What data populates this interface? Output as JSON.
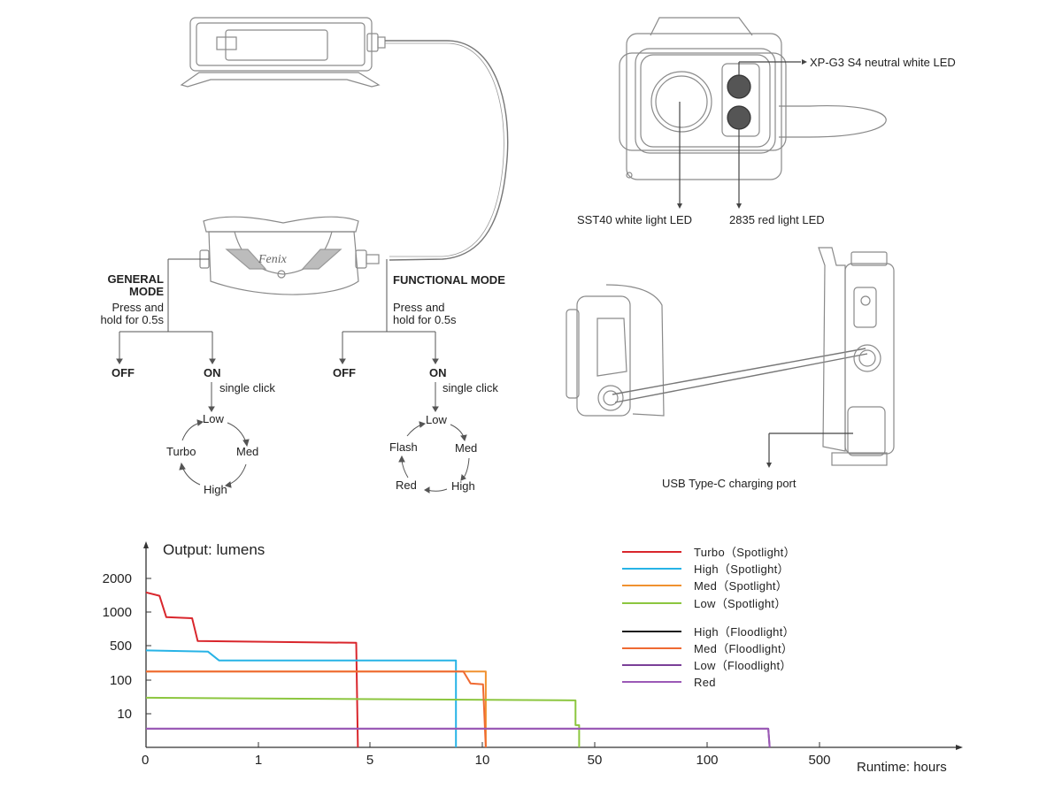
{
  "product_drawings": {
    "brand_logo": "Fenix",
    "callouts": {
      "xpg3": "XP-G3 S4 neutral white LED",
      "sst40": "SST40 white light LED",
      "red_led": "2835 red light LED",
      "usb": "USB Type-C charging port"
    }
  },
  "general_mode": {
    "title_line1": "GENERAL",
    "title_line2": "MODE",
    "instruction_line1": "Press and",
    "instruction_line2": "hold for 0.5s",
    "off": "OFF",
    "on": "ON",
    "click_label": "single click",
    "cycle": [
      "Low",
      "Med",
      "High",
      "Turbo"
    ]
  },
  "functional_mode": {
    "title": "FUNCTIONAL MODE",
    "instruction_line1": "Press and",
    "instruction_line2": "hold for 0.5s",
    "off": "OFF",
    "on": "ON",
    "click_label": "single click",
    "cycle": [
      "Low",
      "Med",
      "High",
      "Red",
      "Flash"
    ]
  },
  "chart_data": {
    "type": "line",
    "title": "Output: lumens",
    "xlabel": "Runtime: hours",
    "ylabel": "Output: lumens",
    "x_scale": "piecewise (non-linear)",
    "y_scale": "piecewise log",
    "x_ticks": [
      0,
      1,
      5,
      10,
      50,
      100,
      500
    ],
    "y_ticks": [
      10,
      100,
      500,
      1000,
      2000
    ],
    "grid": false,
    "legend_position": "top-right",
    "series": [
      {
        "name": "Turbo（Spotlight）",
        "color": "#d9262c",
        "points": [
          [
            0,
            1500
          ],
          [
            0.12,
            1400
          ],
          [
            0.18,
            900
          ],
          [
            0.41,
            880
          ],
          [
            0.46,
            550
          ],
          [
            4.1,
            530
          ],
          [
            4.2,
            0
          ]
        ]
      },
      {
        "name": "High（Spotlight）",
        "color": "#27b3e6",
        "points": [
          [
            0,
            400
          ],
          [
            0.55,
            380
          ],
          [
            0.65,
            250
          ],
          [
            8.5,
            250
          ],
          [
            8.5,
            0
          ]
        ]
      },
      {
        "name": "Med（Spotlight）",
        "color": "#f0912f",
        "points": [
          [
            0,
            150
          ],
          [
            10.5,
            150
          ],
          [
            10.5,
            0
          ]
        ]
      },
      {
        "name": "Low（Spotlight）",
        "color": "#8cc63f",
        "points": [
          [
            0,
            30
          ],
          [
            38,
            25
          ],
          [
            38,
            4
          ],
          [
            40,
            4
          ],
          [
            40,
            0
          ]
        ]
      },
      {
        "name": "High（Floodlight）",
        "color": "#1a1a1a",
        "points": []
      },
      {
        "name": "Med（Floodlight）",
        "color": "#ef6a32",
        "points": [
          [
            0,
            150
          ],
          [
            8.9,
            150
          ],
          [
            9.3,
            80
          ],
          [
            10.1,
            75
          ],
          [
            10.5,
            0
          ]
        ]
      },
      {
        "name": "Low（Floodlight）",
        "color": "#7b3f98",
        "points": [
          [
            0,
            3
          ],
          [
            240,
            3
          ],
          [
            245,
            0
          ]
        ]
      },
      {
        "name": "Red",
        "color": "#9b59b6",
        "points": [
          [
            0,
            3
          ],
          [
            240,
            3
          ],
          [
            245,
            0
          ]
        ]
      }
    ]
  }
}
